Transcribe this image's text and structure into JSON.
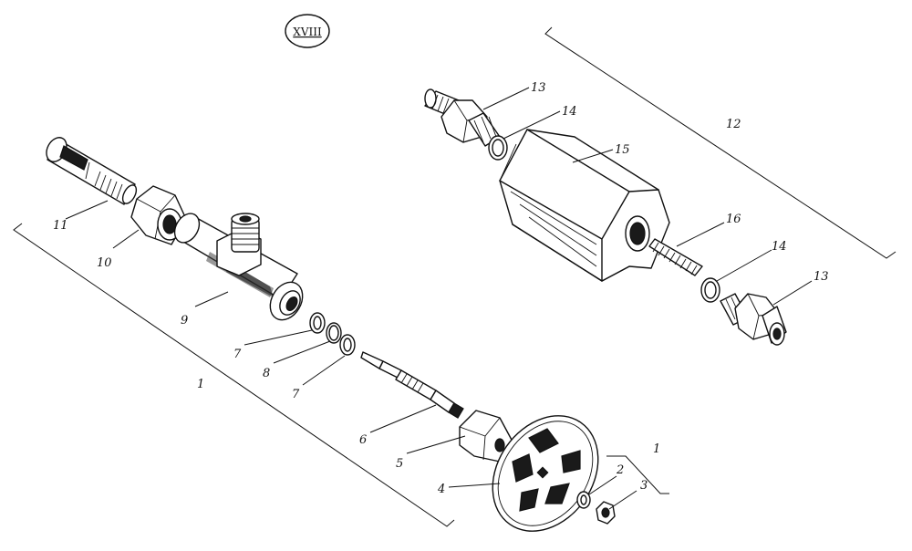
{
  "sheet_marker": "XVIII",
  "callouts": {
    "c1_top": "1",
    "c1_side": "1",
    "c2": "2",
    "c3": "3",
    "c4": "4",
    "c5": "5",
    "c6": "6",
    "c7a": "7",
    "c7b": "7",
    "c8": "8",
    "c9": "9",
    "c10": "10",
    "c11": "11",
    "c12": "12",
    "c13a": "13",
    "c13b": "13",
    "c14a": "14",
    "c14b": "14",
    "c15": "15",
    "c16": "16"
  }
}
